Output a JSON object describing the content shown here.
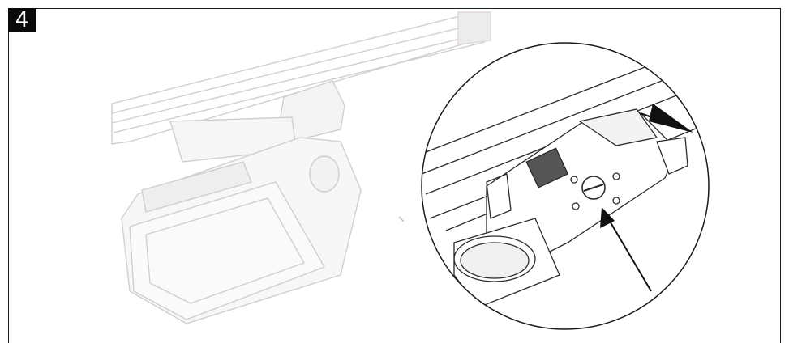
{
  "step": {
    "number": "4"
  },
  "colors": {
    "frame": "#1a1a1a",
    "badge_bg": "#0a0a0a",
    "badge_text": "#ffffff",
    "faded_line": "#cfcfcf",
    "detail_line": "#2a2a2a",
    "arrow": "#111111"
  },
  "icons": {
    "track_light": "track-spotlight-illustration",
    "magnifier": "detail-circle",
    "arrow_slide": "slide-direction-arrow",
    "arrow_pointer": "pointer-arrow"
  }
}
